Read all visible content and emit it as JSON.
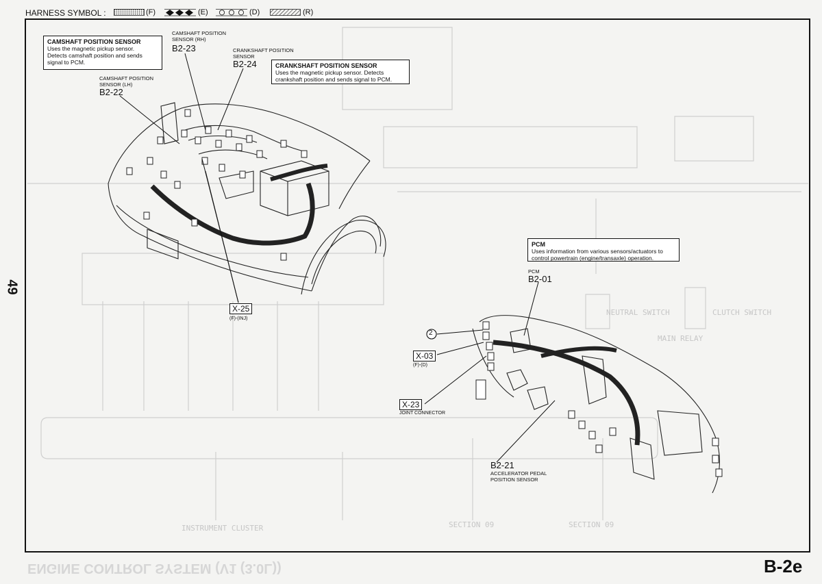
{
  "harness_legend": {
    "title": "HARNESS SYMBOL :",
    "items": [
      {
        "key": "(F)",
        "pattern": "dotted"
      },
      {
        "key": "(E)",
        "pattern": "diamonds"
      },
      {
        "key": "(D)",
        "pattern": "circles"
      },
      {
        "key": "(R)",
        "pattern": "hatched"
      }
    ]
  },
  "page_number": "49",
  "page_code": "B-2e",
  "footer_title": "ENGINE CONTROL SYSTEM (V1 (3.0L))",
  "callouts": {
    "camshaft": {
      "title": "CAMSHAFT POSITION SENSOR",
      "lines": [
        "Uses the magnetic pickup sensor.",
        "Detects camshaft position and sends",
        "signal to PCM."
      ]
    },
    "crankshaft": {
      "title": "CRANKSHAFT POSITION SENSOR",
      "lines": [
        "Uses the magnetic pickup sensor. Detects",
        "crankshaft position and sends signal to PCM."
      ]
    },
    "pcm": {
      "title": "PCM",
      "lines": [
        "Uses information from various sensors/actuators to",
        "control powertrain (engine/transaxle) operation."
      ]
    }
  },
  "components": {
    "cmp_rh": {
      "label1": "CAMSHAFT POSITION",
      "label2": "SENSOR (RH)",
      "code": "B2-23"
    },
    "ckp": {
      "label1": "CRANKSHAFT POSITION",
      "label2": "SENSOR",
      "code": "B2-24"
    },
    "cmp_lh": {
      "label1": "CAMSHAFT POSITION",
      "label2": "SENSOR (LH)",
      "code": "B2-22"
    },
    "x25": {
      "code": "X-25",
      "sub": "(F)-(INJ)"
    },
    "pcm": {
      "label1": "PCM",
      "code": "B2-01"
    },
    "x03": {
      "code": "X-03",
      "sub": "(F)-(D)"
    },
    "x23": {
      "code": "X-23",
      "sub": "JOINT CONNECTOR"
    },
    "app": {
      "code": "B2-21",
      "label1": "ACCELERATOR PEDAL",
      "label2": "POSITION SENSOR"
    },
    "circle2": "2"
  },
  "background_ghost_text": [
    "MAIN RELAY",
    "CLUTCH SWITCH",
    "NEUTRAL SWITCH",
    "INSTRUMENT CLUSTER",
    "SECTION 09",
    "SECTION 09"
  ]
}
